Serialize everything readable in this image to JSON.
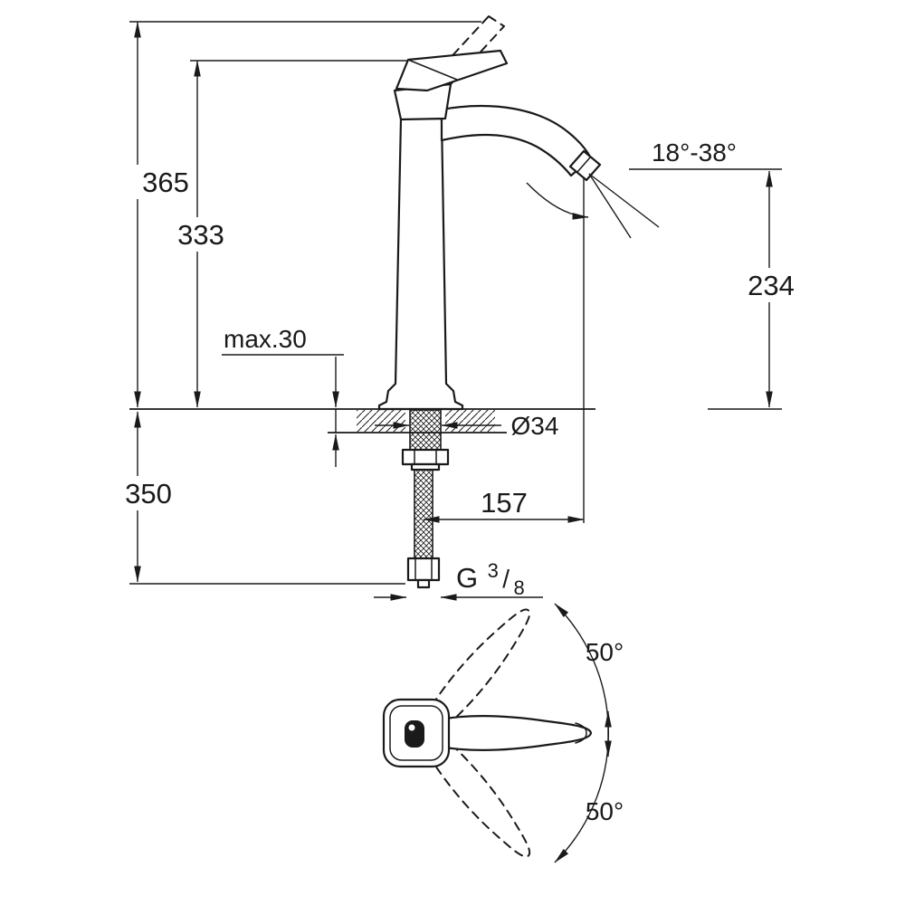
{
  "drawing": {
    "type": "technical-dimension-drawing",
    "subject": "Single-lever vessel basin mixer: side elevation with installation dimensions and top view of handle swivel range",
    "colors": {
      "line": "#1a1a1a",
      "background": "#ffffff"
    },
    "labels": {
      "overall_height": "365",
      "height_to_handle": "333",
      "max_mounting_thickness": "max.30",
      "below_deck_length": "350",
      "base_diameter": "Ø34",
      "spout_projection": "157",
      "spout_angle_range": "18°-38°",
      "spout_outlet_height": "234",
      "thread_letter": "G",
      "thread_numerator": "3",
      "thread_slash": "/",
      "thread_denominator": "8",
      "handle_swivel_upper": "50°",
      "handle_swivel_lower": "50°"
    }
  }
}
